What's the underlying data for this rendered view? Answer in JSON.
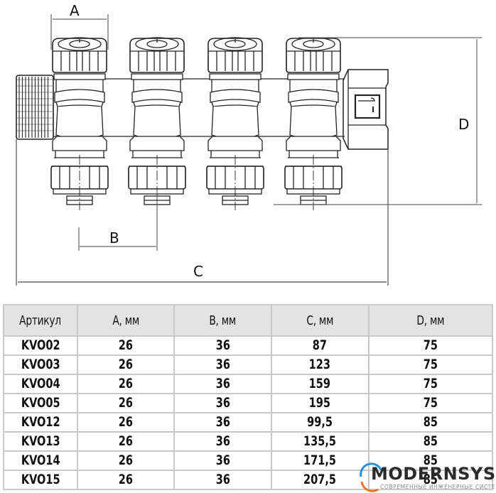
{
  "drawing": {
    "title": "Коллектор с запорными клапанами — габаритные размеры",
    "dimension_labels": {
      "a": "A",
      "b": "B",
      "c": "C",
      "d": "D"
    },
    "valve_count": 4
  },
  "table": {
    "headers": [
      "Артикул",
      "A, мм",
      "B, мм",
      "C, мм",
      "D, мм"
    ],
    "rows": [
      [
        "KVO02",
        "26",
        "36",
        "87",
        "75"
      ],
      [
        "KVO03",
        "26",
        "36",
        "123",
        "75"
      ],
      [
        "KVO04",
        "26",
        "36",
        "159",
        "75"
      ],
      [
        "KVO05",
        "26",
        "36",
        "195",
        "75"
      ],
      [
        "KVO12",
        "26",
        "36",
        "99,5",
        "85"
      ],
      [
        "KVO13",
        "26",
        "36",
        "135,5",
        "85"
      ],
      [
        "KVO14",
        "26",
        "36",
        "171,5",
        "85"
      ],
      [
        "KVO15",
        "26",
        "36",
        "207,5",
        "85"
      ]
    ]
  },
  "watermark": {
    "brand": "MODERNSYS",
    "tagline": "СОВРЕМЕННЫЕ ИНЖЕНЕРНЫЕ СИСТЕМЫ",
    "colors": {
      "blue": "#2a8fd6",
      "orange": "#e8742c",
      "text": "#2b2b2b"
    }
  }
}
